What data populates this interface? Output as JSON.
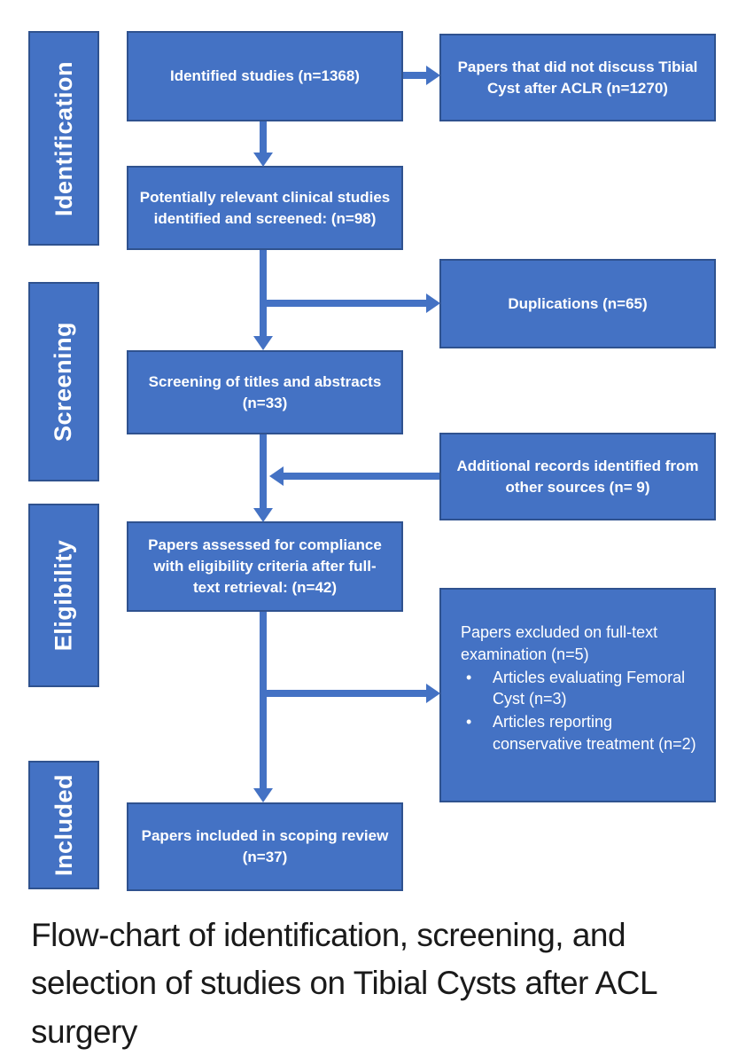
{
  "palette": {
    "box_fill": "#4472C4",
    "box_border": "#2F528F",
    "arrow": "#4472C4",
    "text": "#FFFFFF",
    "caption_color": "#1A1A1A",
    "background": "#FFFFFF"
  },
  "stages": {
    "identification": "Identification",
    "screening": "Screening",
    "eligibility": "Eligibility",
    "included": "Included"
  },
  "flow": {
    "identified": "Identified studies (n=1368)",
    "potentially_relevant": "Potentially relevant clinical studies\nidentified and screened: (n=98)",
    "screening_titles": "Screening of titles and abstracts\n(n=33)",
    "papers_assessed": "Papers assessed for compliance\nwith eligibility criteria after full-\ntext retrieval: (n=42)",
    "papers_included": "Papers included in scoping review\n(n=37)"
  },
  "side": {
    "not_discussed": "Papers that did not discuss Tibial\nCyst after ACLR (n=1270)",
    "duplications": "Duplications (n=65)",
    "additional_records": "Additional records identified from\nother sources (n= 9)",
    "excluded": {
      "heading": "Papers excluded on full-text\nexamination (n=5)",
      "bullet_char": "•",
      "bullets": [
        "Articles evaluating Femoral\nCyst (n=3)",
        "Articles reporting\nconservative treatment (n=2)"
      ]
    }
  },
  "caption": "Flow-chart of identification, screening, and\nselection of studies on Tibial Cysts after ACL\nsurgery"
}
